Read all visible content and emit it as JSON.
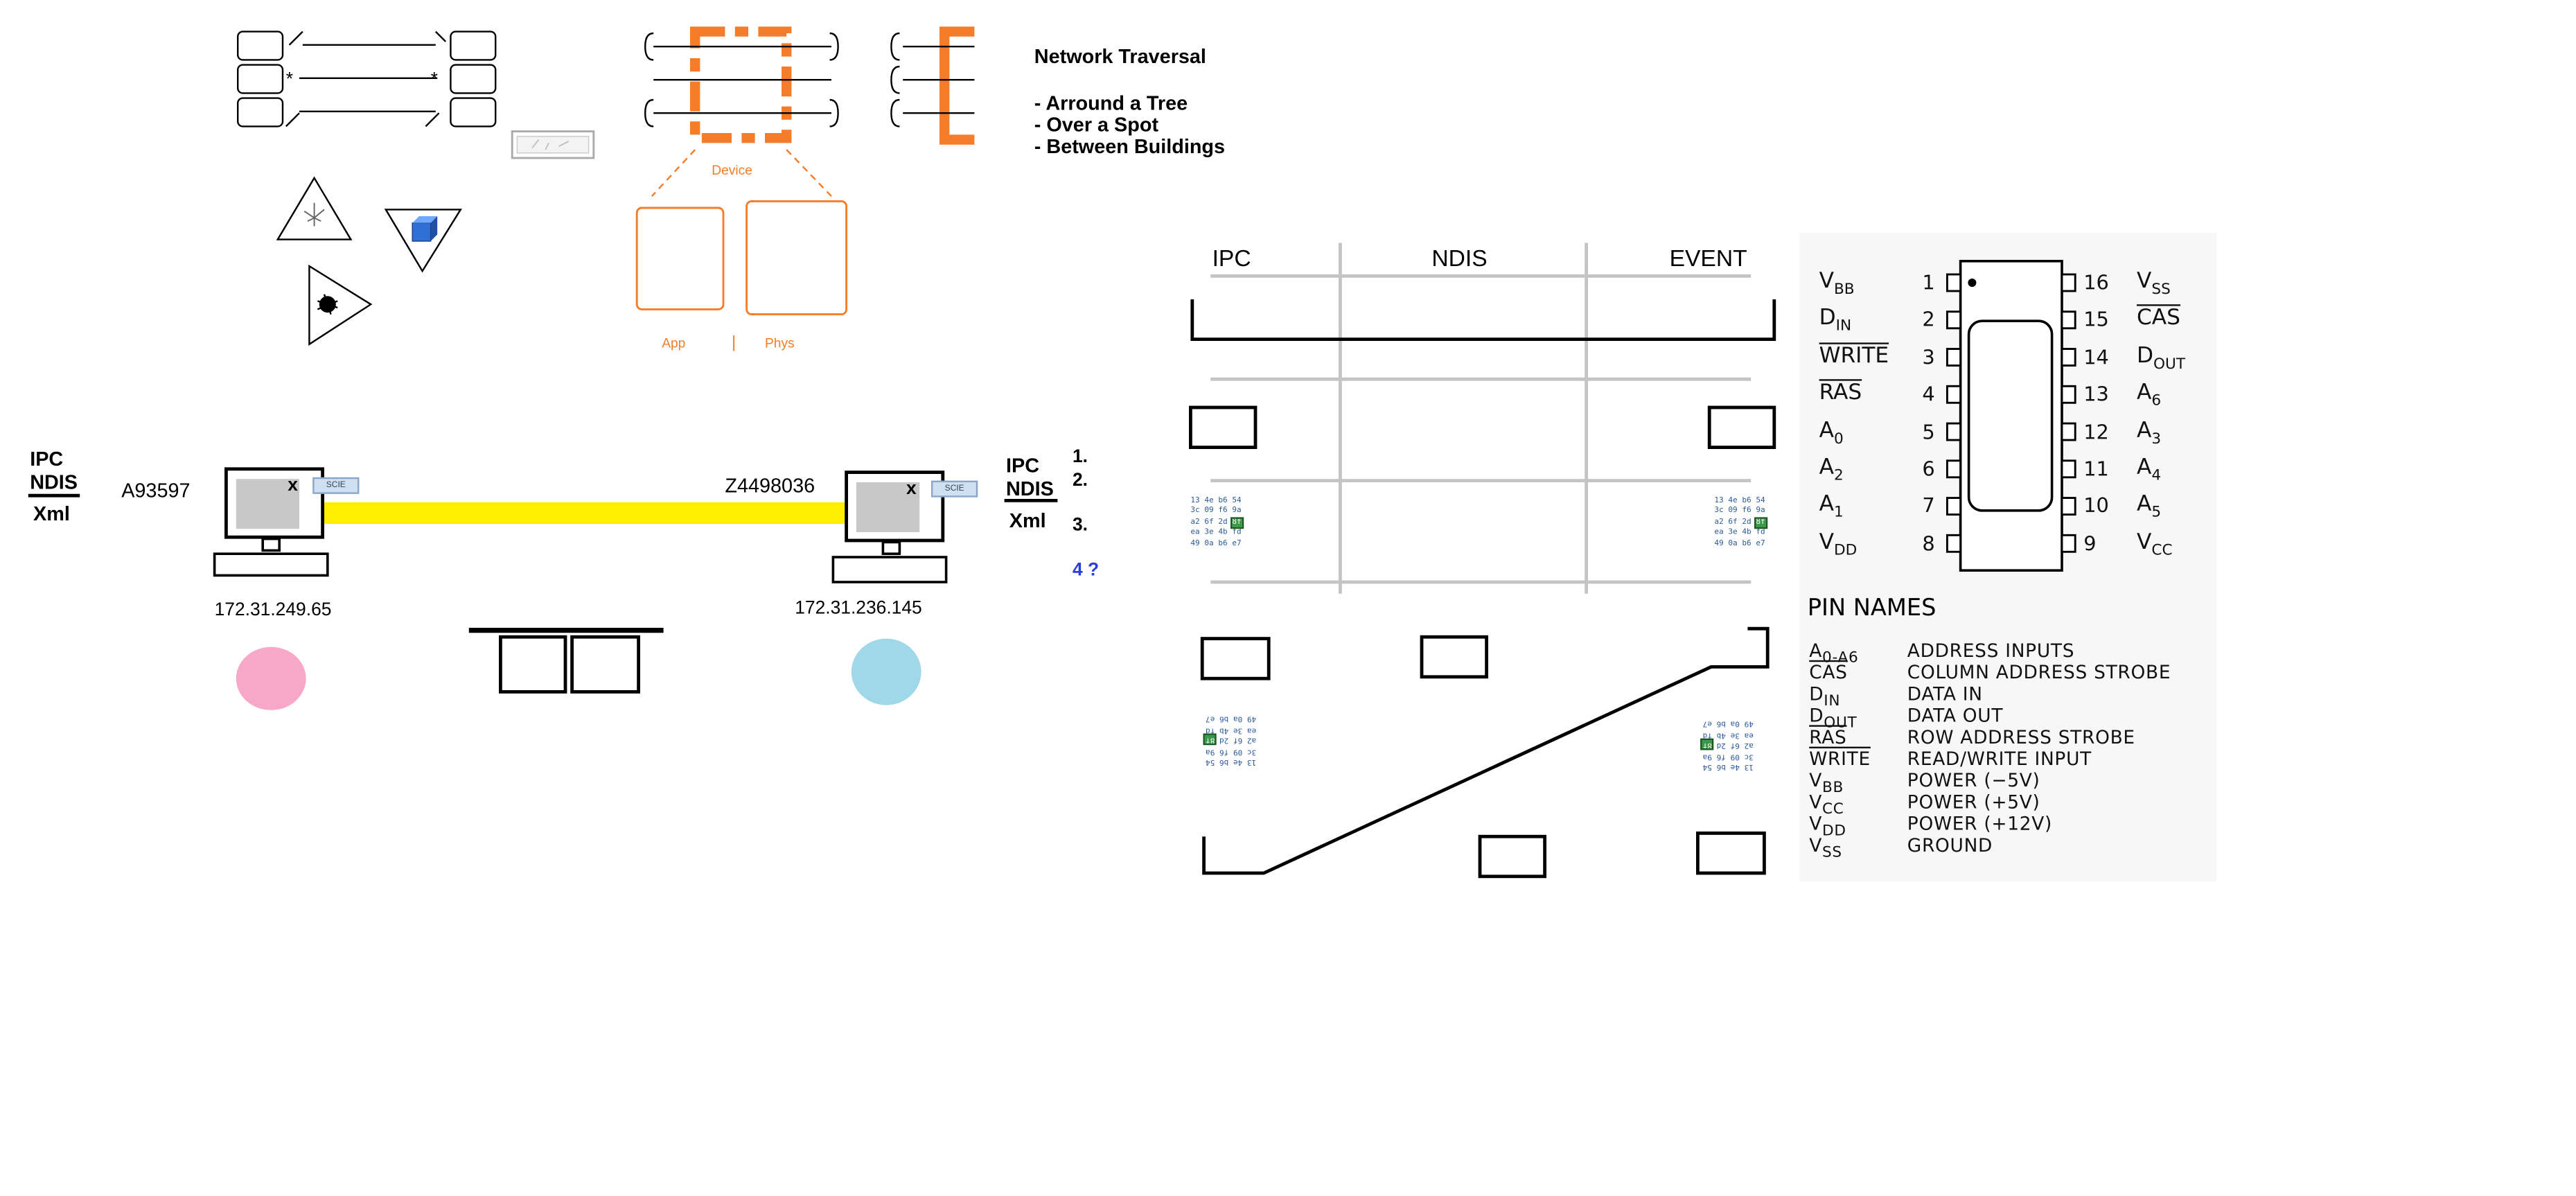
{
  "network_traversal": {
    "title": "Network Traversal",
    "items": [
      "- Arround a Tree",
      "- Over a Spot",
      "- Between Buildings"
    ]
  },
  "orange_diagram": {
    "device_label": "Device",
    "app_label": "App",
    "separator": "|",
    "phys_label": "Phys",
    "accent": "#f47c2a"
  },
  "left_host": {
    "stack": [
      "IPC",
      "NDIS",
      "Xml"
    ],
    "name": "A93597",
    "ip": "172.31.249.65",
    "badge": "SCIE",
    "screen_mark": "x",
    "dot_color": "#f7a8c8"
  },
  "right_host": {
    "stack": [
      "IPC",
      "NDIS",
      "Xml"
    ],
    "name": "Z4498036",
    "ip": "172.31.236.145",
    "badge": "SCIE",
    "screen_mark": "x",
    "dot_color": "#9fd8e8"
  },
  "link_color": "#ffee00",
  "steps": [
    "1.",
    "2.",
    "3.",
    "4 ?"
  ],
  "table": {
    "headers": [
      "IPC",
      "NDIS",
      "EVENT"
    ]
  },
  "hex_dump": [
    [
      "13",
      "4e",
      "b6",
      "54"
    ],
    [
      "3c",
      "09",
      "f6",
      "9a"
    ],
    [
      "a2",
      "6f",
      "2d",
      "8f"
    ],
    [
      "ea",
      "3e",
      "4b",
      "fd"
    ],
    [
      "49",
      "0a",
      "b6",
      "e7"
    ]
  ],
  "chip": {
    "left_pins": [
      {
        "name": "V",
        "sub": "BB",
        "bar": false,
        "num": "1"
      },
      {
        "name": "D",
        "sub": "IN",
        "bar": false,
        "num": "2"
      },
      {
        "name": "WRITE",
        "sub": "",
        "bar": true,
        "num": "3"
      },
      {
        "name": "RAS",
        "sub": "",
        "bar": true,
        "num": "4"
      },
      {
        "name": "A",
        "sub": "0",
        "bar": false,
        "num": "5"
      },
      {
        "name": "A",
        "sub": "2",
        "bar": false,
        "num": "6"
      },
      {
        "name": "A",
        "sub": "1",
        "bar": false,
        "num": "7"
      },
      {
        "name": "V",
        "sub": "DD",
        "bar": false,
        "num": "8"
      }
    ],
    "right_pins": [
      {
        "name": "V",
        "sub": "SS",
        "bar": false,
        "num": "16"
      },
      {
        "name": "CAS",
        "sub": "",
        "bar": true,
        "num": "15"
      },
      {
        "name": "D",
        "sub": "OUT",
        "bar": false,
        "num": "14"
      },
      {
        "name": "A",
        "sub": "6",
        "bar": false,
        "num": "13"
      },
      {
        "name": "A",
        "sub": "3",
        "bar": false,
        "num": "12"
      },
      {
        "name": "A",
        "sub": "4",
        "bar": false,
        "num": "11"
      },
      {
        "name": "A",
        "sub": "5",
        "bar": false,
        "num": "10"
      },
      {
        "name": "V",
        "sub": "CC",
        "bar": false,
        "num": "9"
      }
    ],
    "pin_names_title": "PIN NAMES",
    "legend": [
      {
        "sym": "A",
        "sub": "0-A6",
        "bar": false,
        "desc": "ADDRESS INPUTS"
      },
      {
        "sym": "CAS",
        "sub": "",
        "bar": true,
        "desc": "COLUMN ADDRESS STROBE"
      },
      {
        "sym": "D",
        "sub": "IN",
        "bar": false,
        "desc": "DATA IN"
      },
      {
        "sym": "D",
        "sub": "OUT",
        "bar": false,
        "desc": "DATA OUT"
      },
      {
        "sym": "RAS",
        "sub": "",
        "bar": true,
        "desc": "ROW ADDRESS STROBE"
      },
      {
        "sym": "WRITE",
        "sub": "",
        "bar": true,
        "desc": "READ/WRITE INPUT"
      },
      {
        "sym": "V",
        "sub": "BB",
        "bar": false,
        "desc": "POWER (−5V)"
      },
      {
        "sym": "V",
        "sub": "CC",
        "bar": false,
        "desc": "POWER (+5V)"
      },
      {
        "sym": "V",
        "sub": "DD",
        "bar": false,
        "desc": "POWER (+12V)"
      },
      {
        "sym": "V",
        "sub": "SS",
        "bar": false,
        "desc": "GROUND"
      }
    ]
  }
}
